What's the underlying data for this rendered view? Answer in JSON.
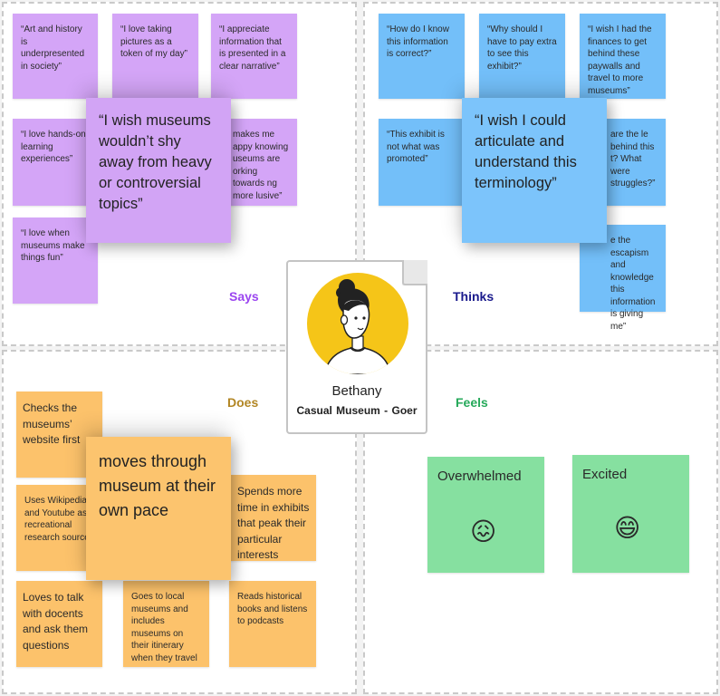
{
  "says": {
    "label": "Says",
    "notes": [
      "“Art and history is underpresented in society”",
      "“I love taking pictures as a token of my day”",
      "“I appreciate information that is presented in a clear narrative”",
      "“I love hands-on learning experiences”",
      "makes me appy knowing useums are orking towards ng more lusive”",
      "“I love when museums make things fun”"
    ],
    "highlight": "“I wish museums wouldn’t shy away from heavy or controversial topics”"
  },
  "thinks": {
    "label": "Thinks",
    "notes": [
      "“How do I know this information is correct?”",
      "“Why should I have to pay extra to see this exhibit?”",
      "“I wish I had the finances to get behind these paywalls and travel to more museums”",
      "“This exhibit is not what was promoted”",
      "are the le behind this t? What were struggles?”",
      "e the escapism and knowledge this information is giving me”"
    ],
    "highlight": "“I wish I could articulate and understand this terminology”"
  },
  "does": {
    "label": "Does",
    "notes": [
      "Checks the museums’ website first",
      "Uses Wikipedia and Youtube as recreational research source",
      "Spends more time in exhibits that peak their particular interests",
      "Loves to talk with docents and ask them questions",
      "Goes to local museums and includes museums on their itinerary when they travel",
      "Reads historical books and listens to podcasts"
    ],
    "highlight": "moves through museum at their own pace"
  },
  "feels": {
    "label": "Feels",
    "emotions": [
      {
        "name": "Overwhelmed",
        "icon": "confounded-face-icon",
        "glyph": "😖"
      },
      {
        "name": "Excited",
        "icon": "grinning-face-icon",
        "glyph": "😄"
      }
    ]
  },
  "persona": {
    "name": "Bethany",
    "role": "Casual  Museum - Goer"
  },
  "colors": {
    "says": "#9b45f0",
    "thinks": "#1a1a8c",
    "does": "#b28624",
    "feels": "#26a95a",
    "avatar_circle": "#f5c518"
  }
}
